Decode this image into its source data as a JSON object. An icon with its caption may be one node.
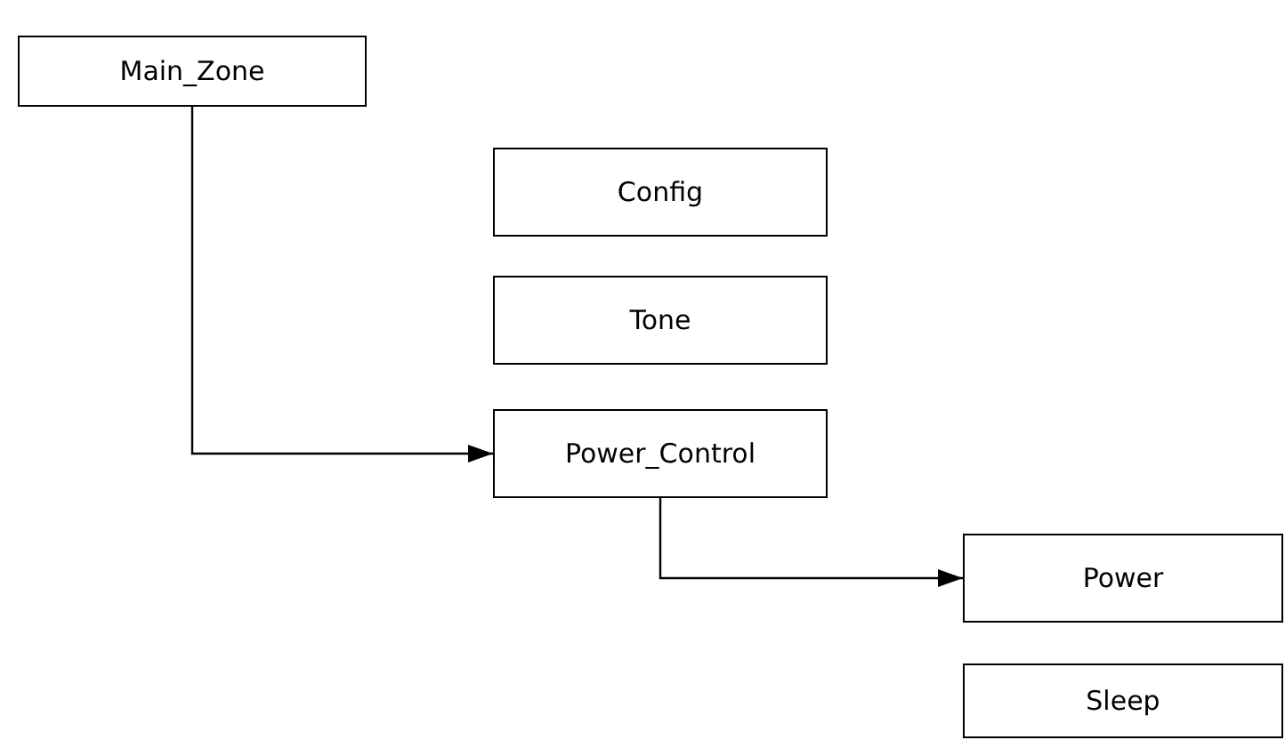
{
  "diagram": {
    "nodes": [
      {
        "text": [
          "Main_Zone"
        ]
      },
      {
        "text": [
          "Config"
        ]
      },
      {
        "text": [
          "Tone"
        ]
      },
      {
        "text": [
          "Power_Control"
        ]
      },
      {
        "text": [
          "Power"
        ]
      },
      {
        "text": [
          "Sleep"
        ]
      }
    ],
    "edges": [
      {
        "from": 0,
        "to": 3,
        "arrow": "to"
      },
      {
        "from": 3,
        "to": 4,
        "arrow": "to"
      }
    ]
  }
}
